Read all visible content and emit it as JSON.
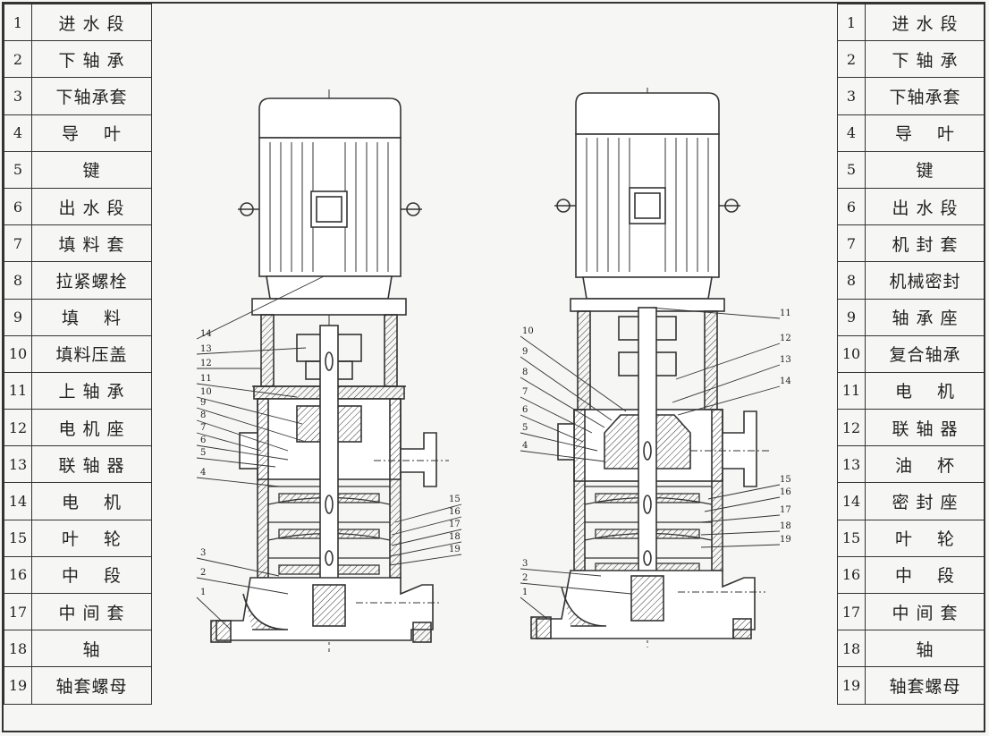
{
  "left_table": [
    {
      "num": "1",
      "name": "进 水 段"
    },
    {
      "num": "2",
      "name": "下 轴 承"
    },
    {
      "num": "3",
      "name": "下轴承套"
    },
    {
      "num": "4",
      "name": "导　 叶"
    },
    {
      "num": "5",
      "name": "键"
    },
    {
      "num": "6",
      "name": "出 水 段"
    },
    {
      "num": "7",
      "name": "填 料 套"
    },
    {
      "num": "8",
      "name": "拉紧螺栓"
    },
    {
      "num": "9",
      "name": "填　 料"
    },
    {
      "num": "10",
      "name": "填料压盖"
    },
    {
      "num": "11",
      "name": "上 轴 承"
    },
    {
      "num": "12",
      "name": "电 机 座"
    },
    {
      "num": "13",
      "name": "联 轴 器"
    },
    {
      "num": "14",
      "name": "电　 机"
    },
    {
      "num": "15",
      "name": "叶　 轮"
    },
    {
      "num": "16",
      "name": "中　 段"
    },
    {
      "num": "17",
      "name": "中 间 套"
    },
    {
      "num": "18",
      "name": "轴"
    },
    {
      "num": "19",
      "name": "轴套螺母"
    }
  ],
  "right_table": [
    {
      "num": "1",
      "name": "进 水 段"
    },
    {
      "num": "2",
      "name": "下 轴 承"
    },
    {
      "num": "3",
      "name": "下轴承套"
    },
    {
      "num": "4",
      "name": "导　 叶"
    },
    {
      "num": "5",
      "name": "键"
    },
    {
      "num": "6",
      "name": "出 水 段"
    },
    {
      "num": "7",
      "name": "机 封 套"
    },
    {
      "num": "8",
      "name": "机械密封"
    },
    {
      "num": "9",
      "name": "轴 承 座"
    },
    {
      "num": "10",
      "name": "复合轴承"
    },
    {
      "num": "11",
      "name": "电　 机"
    },
    {
      "num": "12",
      "name": "联 轴 器"
    },
    {
      "num": "13",
      "name": "油　 杯"
    },
    {
      "num": "14",
      "name": "密 封 座"
    },
    {
      "num": "15",
      "name": "叶　 轮"
    },
    {
      "num": "16",
      "name": "中　 段"
    },
    {
      "num": "17",
      "name": "中 间 套"
    },
    {
      "num": "18",
      "name": "轴"
    },
    {
      "num": "19",
      "name": "轴套螺母"
    }
  ],
  "left_pump_callouts": {
    "left_side": [
      "14",
      "13",
      "12",
      "11",
      "10",
      "9",
      "8",
      "7",
      "6",
      "5",
      "4",
      "3",
      "2",
      "1"
    ],
    "right_side": [
      "15",
      "16",
      "17",
      "18",
      "19"
    ]
  },
  "right_pump_callouts": {
    "left_side": [
      "10",
      "9",
      "8",
      "7",
      "6",
      "5",
      "4",
      "3",
      "2",
      "1"
    ],
    "right_side": [
      "11",
      "12",
      "13",
      "14",
      "15",
      "16",
      "17",
      "18",
      "19"
    ]
  }
}
